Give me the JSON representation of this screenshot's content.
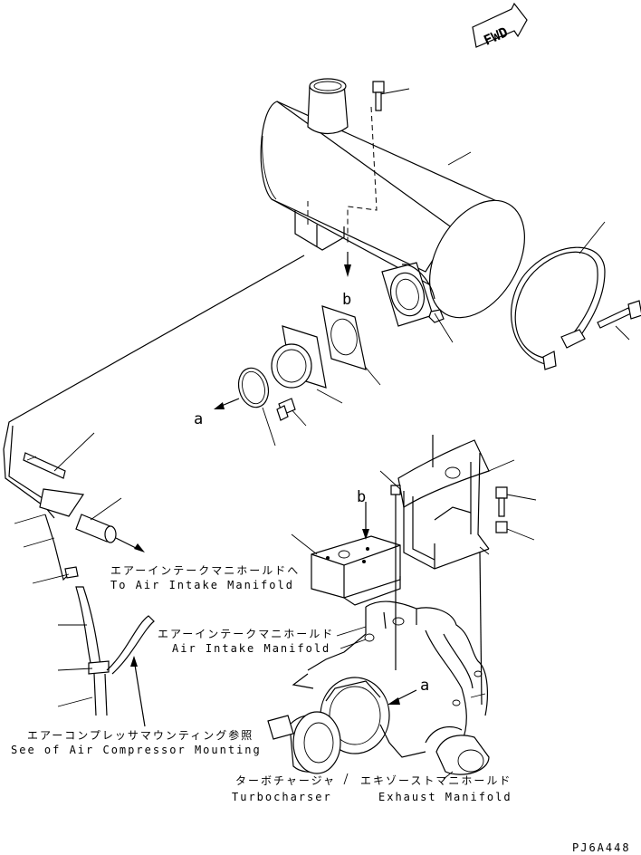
{
  "fwd_sign": "FWD",
  "callouts": {
    "a_left": "a",
    "b_top": "b",
    "b_mid": "b",
    "a_turbo": "a"
  },
  "labels": {
    "to_air_intake_jp": "エアーインテークマニホールドへ",
    "to_air_intake_en": "To Air Intake Manifold",
    "air_intake_jp": "エアーインテークマニホールド",
    "air_intake_en": "Air Intake Manifold",
    "compressor_jp": "エアーコンプレッサマウンティング参照",
    "compressor_en": "See of Air Compressor Mounting",
    "turbo_jp": "ターボチャージャ",
    "turbo_en": "Turbocharser",
    "exhaust_jp": "エキゾーストマニホールド",
    "exhaust_en": "Exhaust Manifold"
  },
  "drawing_code": "PJ6A448"
}
